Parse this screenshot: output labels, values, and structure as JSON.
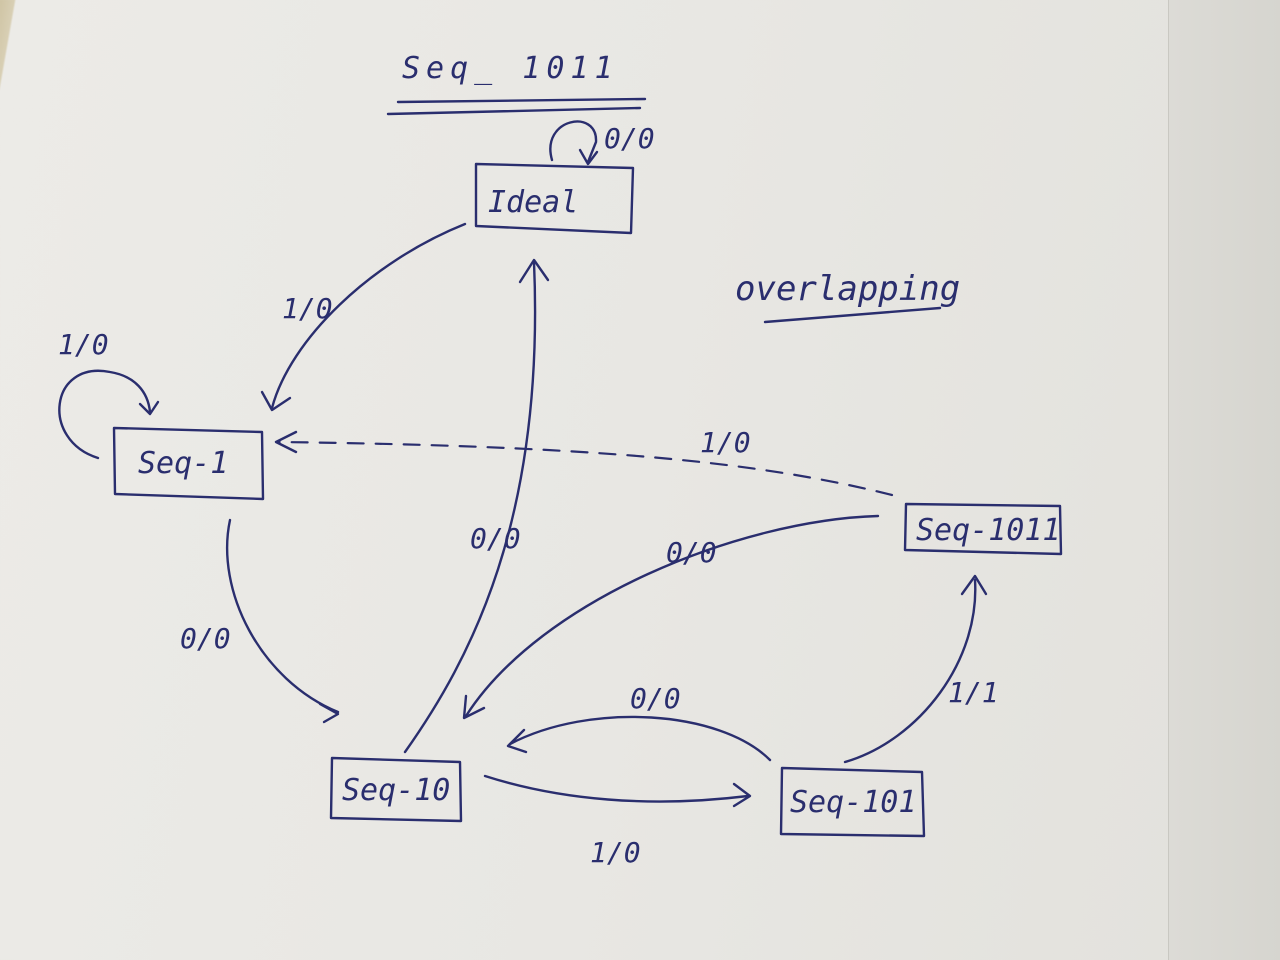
{
  "diagram": {
    "title": "Seq_ 1011",
    "subtitle": "overlapping",
    "states": {
      "ideal": "Ideal",
      "seq1": "Seq-1",
      "seq10": "Seq-10",
      "seq101": "Seq-101",
      "seq1011": "Seq-1011"
    },
    "transitions": {
      "ideal_self": "0/0",
      "ideal_to_seq1": "1/0",
      "seq1_self": "1/0",
      "seq1_to_seq10": "0/0",
      "seq10_to_ideal": "0/0",
      "seq10_to_seq101": "1/0",
      "seq101_to_seq10": "0/0",
      "seq101_to_seq1011": "1/1",
      "seq1011_to_seq10": "0/0",
      "seq1011_to_seq1": "1/0"
    }
  },
  "colors": {
    "ink": "#2a2e6e",
    "paper": "#e8e7e3"
  }
}
